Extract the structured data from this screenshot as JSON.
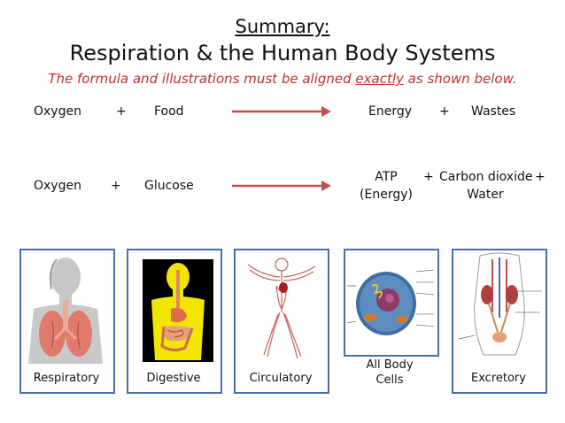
{
  "header": {
    "title_line1": "Summary:",
    "title_line2": "Respiration & the Human Body Systems",
    "subtitle_before": "The formula and illustrations must be aligned ",
    "subtitle_emphasis": "exactly",
    "subtitle_after": " as shown below."
  },
  "equation1": {
    "reactant1": "Oxygen",
    "plus1": "+",
    "reactant2": "Food",
    "product1": "Energy",
    "plus2": "+",
    "product2": "Wastes"
  },
  "equation2": {
    "reactant1": "Oxygen",
    "plus1": "+",
    "reactant2": "Glucose",
    "product1_line1": "ATP",
    "product1_line2": "(Energy)",
    "plus2": "+",
    "product2_line1": "Carbon dioxide",
    "plus3": "+",
    "product2_line2": "Water"
  },
  "systems": [
    {
      "label": "Respiratory",
      "icon": "respiratory-system-illustration"
    },
    {
      "label": "Digestive",
      "icon": "digestive-system-illustration"
    },
    {
      "label": "Circulatory",
      "icon": "circulatory-system-illustration"
    },
    {
      "label_line1": "All Body",
      "label_line2": "Cells",
      "icon": "animal-cell-illustration"
    },
    {
      "label": "Excretory",
      "icon": "excretory-system-illustration"
    }
  ],
  "colors": {
    "subtitle": "#c0322f",
    "arrow": "#c0504d",
    "box_border": "#4a6fa5"
  }
}
